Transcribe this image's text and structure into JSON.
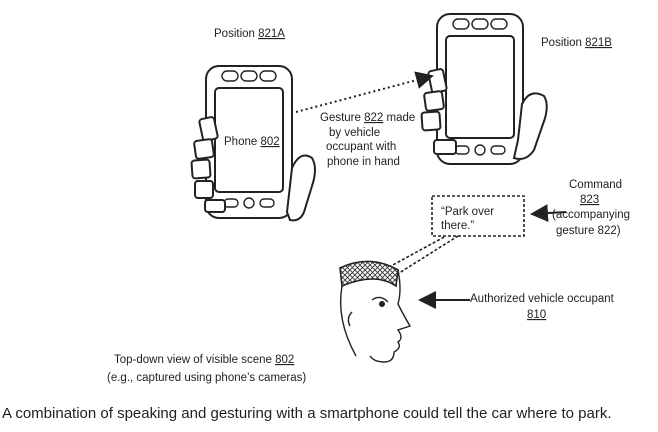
{
  "labels": {
    "position_a_prefix": "Position ",
    "position_a_ref": "821A",
    "position_b_prefix": "Position ",
    "position_b_ref": "821B",
    "phone_prefix": "Phone ",
    "phone_ref": "802",
    "gesture_line1_prefix": "Gesture ",
    "gesture_line1_ref": "822",
    "gesture_line1_suffix": " made",
    "gesture_line2": "by vehicle",
    "gesture_line3": "occupant with",
    "gesture_line4": "phone in hand",
    "speech_line1": "“Park over",
    "speech_line2": "there.”",
    "command_line1": "Command",
    "command_line2": "823",
    "command_line3": "(accompanying",
    "command_line4": "gesture 822)",
    "occupant_line1": "Authorized vehicle occupant",
    "occupant_line2": "810",
    "scene_line1_prefix": "Top-down view of visible scene ",
    "scene_line1_ref": "802",
    "scene_line2": "(e.g., captured using phone’s cameras)"
  },
  "caption": "A combination of speaking and gesturing with a smartphone could tell the car where to park."
}
